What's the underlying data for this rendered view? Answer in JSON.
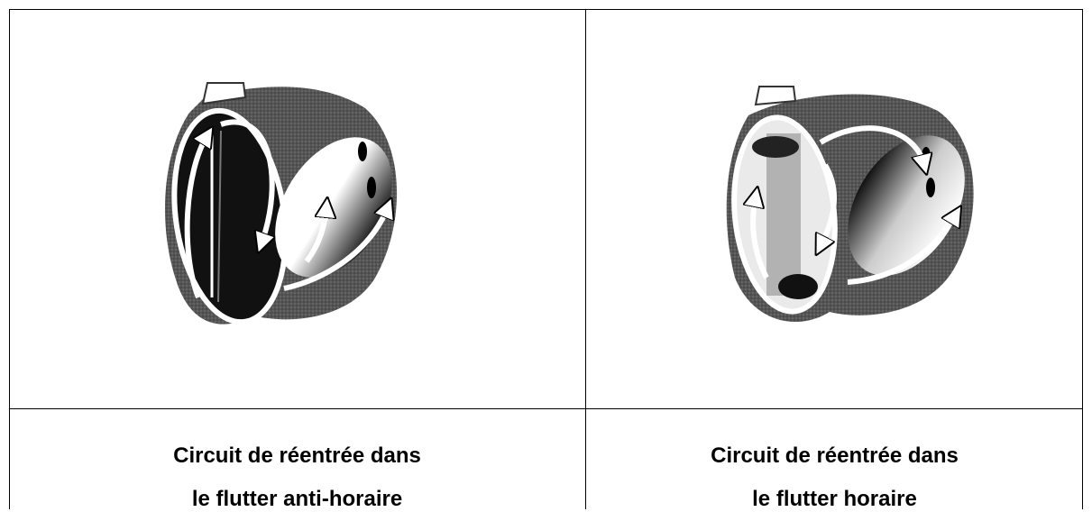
{
  "panels": [
    {
      "caption_line1": "Circuit de réentrée dans",
      "caption_line2": "le flutter anti-horaire",
      "illustration_icon": "heart-counterclockwise-reentry-icon"
    },
    {
      "caption_line1": "Circuit de réentrée dans",
      "caption_line2": "le flutter horaire",
      "illustration_icon": "heart-clockwise-reentry-icon"
    }
  ],
  "colors": {
    "border": "#000000",
    "myocardium": "#4a4a4a",
    "chamber_dark": "#111111",
    "arrow": "#ffffff"
  }
}
